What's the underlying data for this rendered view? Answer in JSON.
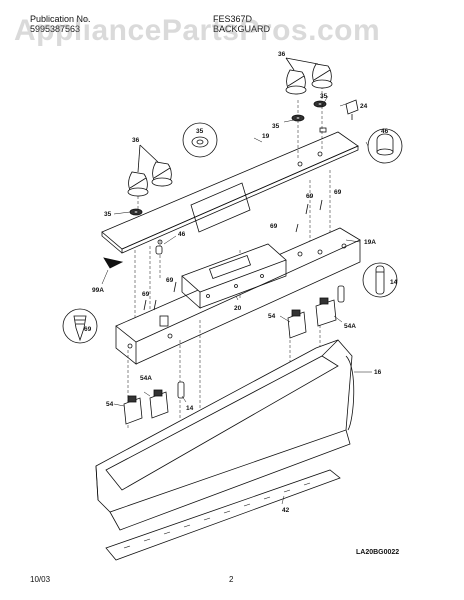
{
  "header": {
    "publication_label": "Publication No.",
    "publication_number": "5995387563",
    "model": "FES367D",
    "section_title": "BACKGUARD"
  },
  "watermark": "AppliancePartsPros.com",
  "callouts": {
    "c36a": "36",
    "c35a": "35",
    "c24": "24",
    "c35b": "35",
    "c46a": "46",
    "c36b": "36",
    "c35c": "35",
    "c19": "19",
    "c35d": "35",
    "c46b": "46",
    "c69a": "69",
    "c69b": "69",
    "c69c": "69",
    "c19a": "19A",
    "c99a": "99A",
    "c69d": "69",
    "c69e": "69",
    "c20": "20",
    "c14a": "14",
    "c69f": "69",
    "c54a": "54",
    "c54aa": "54A",
    "c54ab": "54A",
    "c54b": "54",
    "c14b": "14",
    "c16": "16",
    "c42": "42"
  },
  "footer": {
    "date": "10/03",
    "page": "2",
    "drawing_code": "LA20BG0022"
  }
}
